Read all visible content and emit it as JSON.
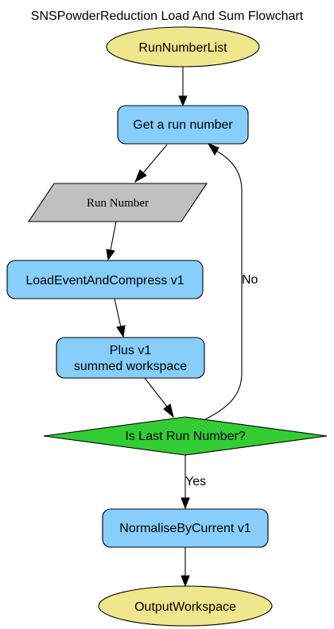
{
  "title": "SNSPowderReduction Load And Sum Flowchart",
  "colors": {
    "io_ellipse": "#f0e68c",
    "algorithm_box": "#87cefa",
    "parameter_shape": "#c0c0c0",
    "decision": "#32cd32"
  },
  "nodes": {
    "run_number_list": "RunNumberList",
    "get_run_number": "Get a run number",
    "run_number": "Run Number",
    "load_event": "LoadEventAndCompress v1",
    "plus_line1": "Plus v1",
    "plus_line2": "summed workspace",
    "decision": "Is Last Run Number?",
    "normalise": "NormaliseByCurrent v1",
    "output": "OutputWorkspace"
  },
  "edge_labels": {
    "no": "No",
    "yes": "Yes"
  }
}
